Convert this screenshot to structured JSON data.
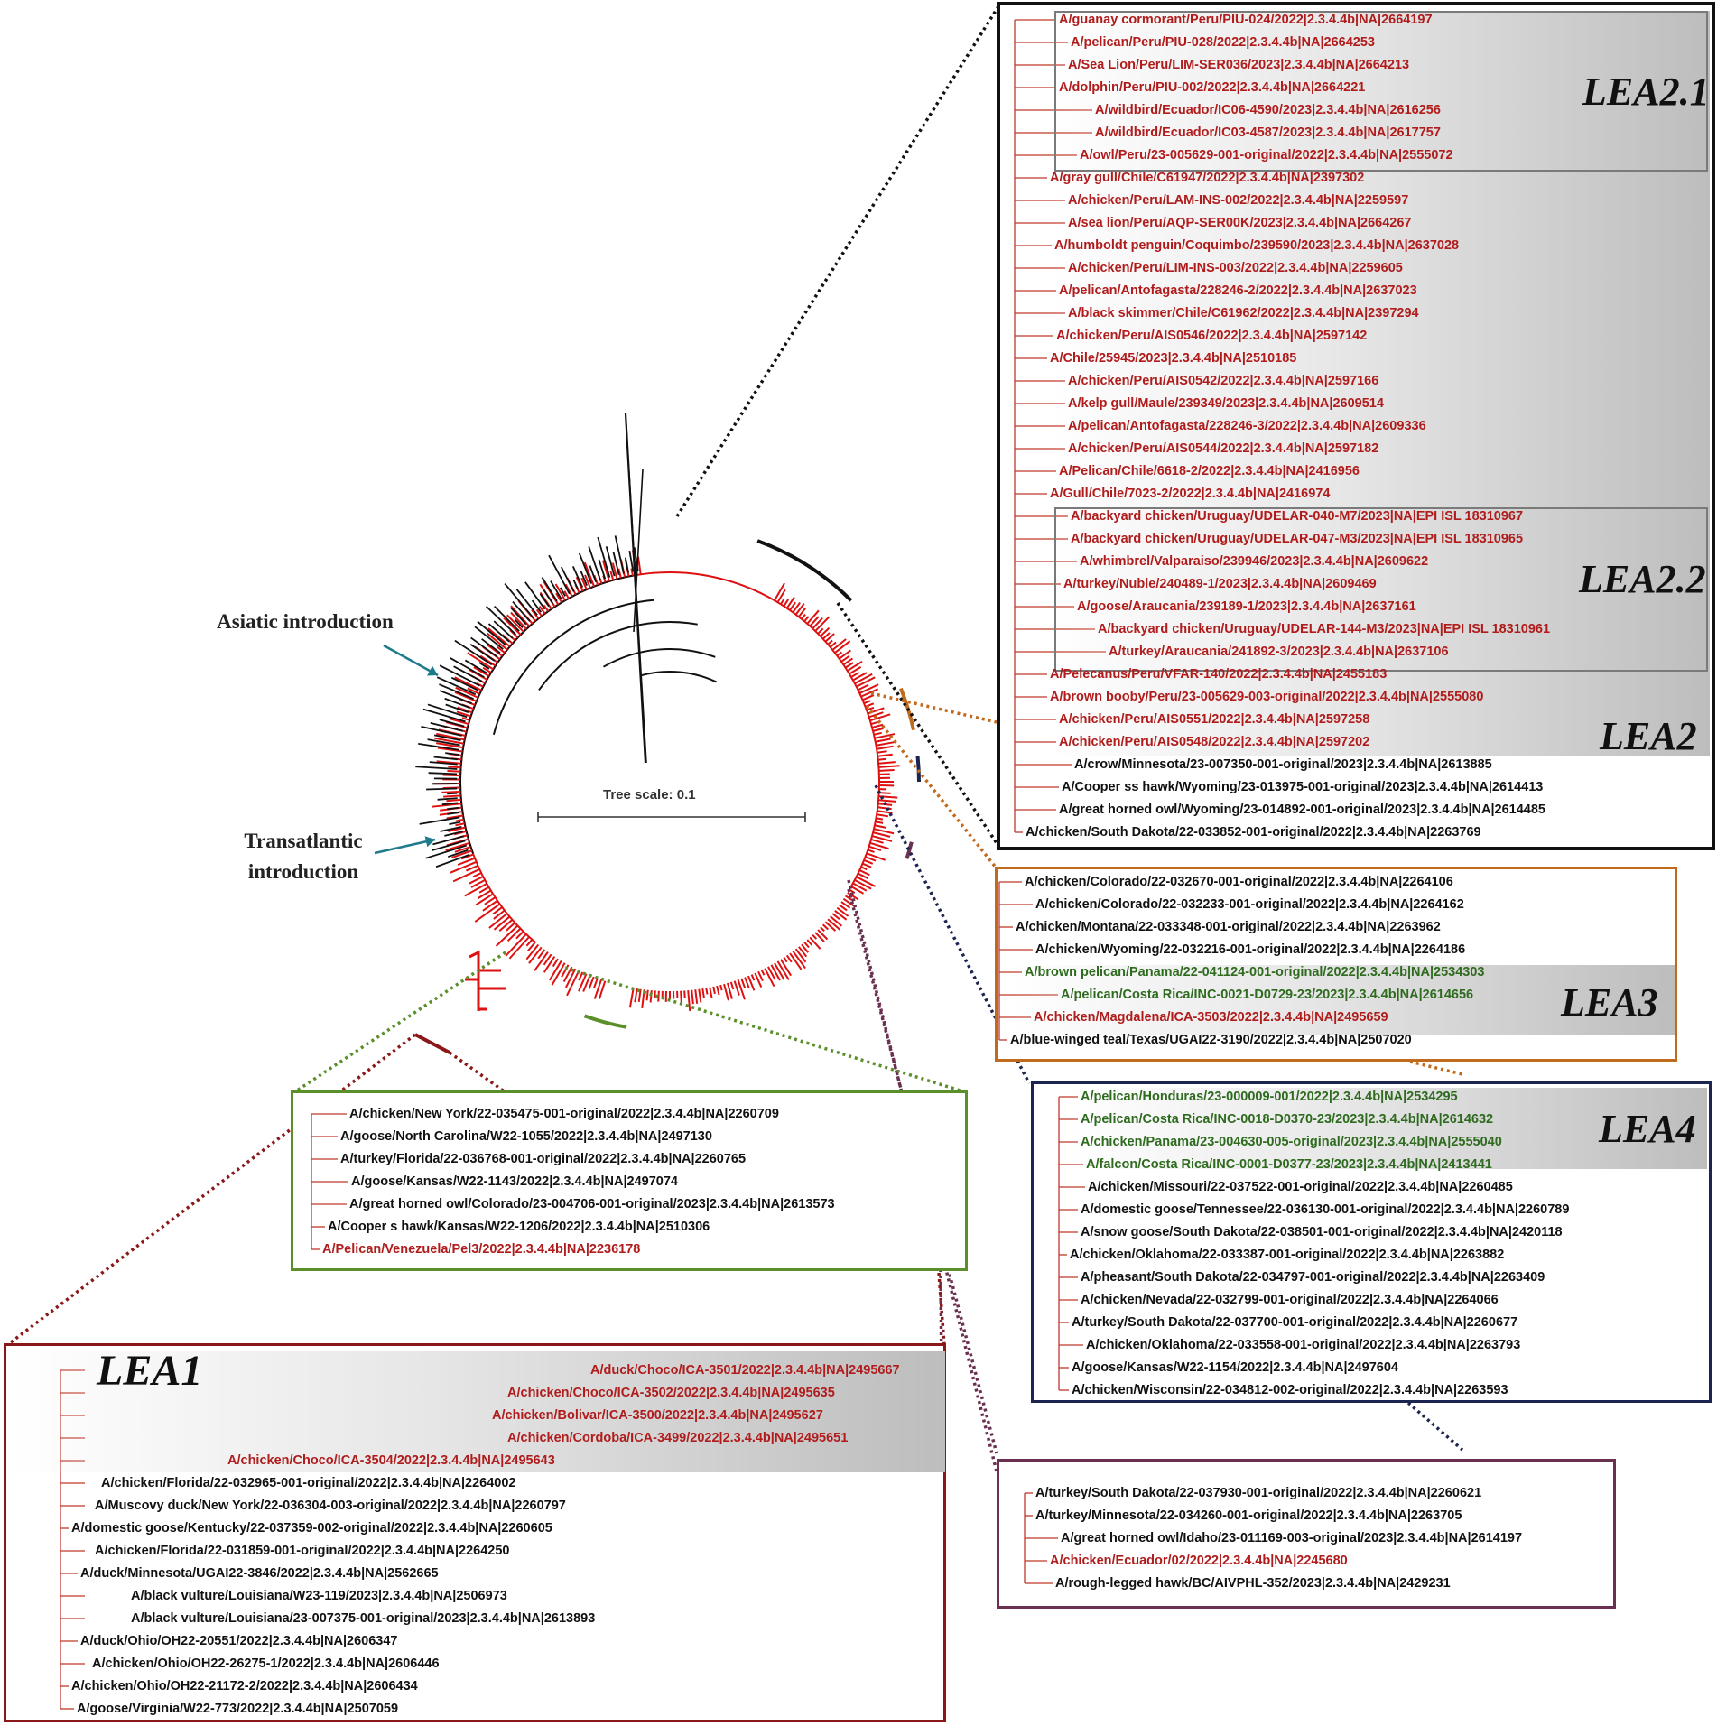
{
  "colors": {
    "red": "#b01c1c",
    "green": "#2e6b1f",
    "black": "#111111",
    "orange": "#c06a1e",
    "navy": "#1c2450",
    "maroon": "#8a1818",
    "purple": "#6a3050",
    "lime": "#5a8f2a"
  },
  "annotations": {
    "asiatic": "Asiatic introduction",
    "transatlantic": "Transatlantic introduction",
    "tree_scale": "Tree scale: 0.1"
  },
  "panels": {
    "lea2": {
      "labels": [
        "LEA2.1",
        "LEA2.2",
        "LEA2"
      ],
      "taxa": [
        {
          "text": "A/guanay cormorant/Peru/PIU-024/2022|2.3.4.4b|NA|2664197",
          "color": "red"
        },
        {
          "text": "A/pelican/Peru/PIU-028/2022|2.3.4.4b|NA|2664253",
          "color": "red"
        },
        {
          "text": "A/Sea Lion/Peru/LIM-SER036/2023|2.3.4.4b|NA|2664213",
          "color": "red"
        },
        {
          "text": "A/dolphin/Peru/PIU-002/2022|2.3.4.4b|NA|2664221",
          "color": "red"
        },
        {
          "text": "A/wildbird/Ecuador/IC06-4590/2023|2.3.4.4b|NA|2616256",
          "color": "red"
        },
        {
          "text": "A/wildbird/Ecuador/IC03-4587/2023|2.3.4.4b|NA|2617757",
          "color": "red"
        },
        {
          "text": "A/owl/Peru/23-005629-001-original/2022|2.3.4.4b|NA|2555072",
          "color": "red"
        },
        {
          "text": "A/gray gull/Chile/C61947/2022|2.3.4.4b|NA|2397302",
          "color": "red"
        },
        {
          "text": "A/chicken/Peru/LAM-INS-002/2022|2.3.4.4b|NA|2259597",
          "color": "red"
        },
        {
          "text": "A/sea lion/Peru/AQP-SER00K/2023|2.3.4.4b|NA|2664267",
          "color": "red"
        },
        {
          "text": "A/humboldt penguin/Coquimbo/239590/2023|2.3.4.4b|NA|2637028",
          "color": "red"
        },
        {
          "text": "A/chicken/Peru/LIM-INS-003/2022|2.3.4.4b|NA|2259605",
          "color": "red"
        },
        {
          "text": "A/pelican/Antofagasta/228246-2/2022|2.3.4.4b|NA|2637023",
          "color": "red"
        },
        {
          "text": "A/black skimmer/Chile/C61962/2022|2.3.4.4b|NA|2397294",
          "color": "red"
        },
        {
          "text": "A/chicken/Peru/AIS0546/2022|2.3.4.4b|NA|2597142",
          "color": "red"
        },
        {
          "text": "A/Chile/25945/2023|2.3.4.4b|NA|2510185",
          "color": "red"
        },
        {
          "text": "A/chicken/Peru/AIS0542/2022|2.3.4.4b|NA|2597166",
          "color": "red"
        },
        {
          "text": "A/kelp gull/Maule/239349/2023|2.3.4.4b|NA|2609514",
          "color": "red"
        },
        {
          "text": "A/pelican/Antofagasta/228246-3/2022|2.3.4.4b|NA|2609336",
          "color": "red"
        },
        {
          "text": "A/chicken/Peru/AIS0544/2022|2.3.4.4b|NA|2597182",
          "color": "red"
        },
        {
          "text": "A/Pelican/Chile/6618-2/2022|2.3.4.4b|NA|2416956",
          "color": "red"
        },
        {
          "text": "A/Gull/Chile/7023-2/2022|2.3.4.4b|NA|2416974",
          "color": "red"
        },
        {
          "text": "A/backyard chicken/Uruguay/UDELAR-040-M7/2023|NA|EPI ISL 18310967",
          "color": "red"
        },
        {
          "text": "A/backyard chicken/Uruguay/UDELAR-047-M3/2023|NA|EPI ISL 18310965",
          "color": "red"
        },
        {
          "text": "A/whimbrel/Valparaiso/239946/2023|2.3.4.4b|NA|2609622",
          "color": "red"
        },
        {
          "text": "A/turkey/Nuble/240489-1/2023|2.3.4.4b|NA|2609469",
          "color": "red"
        },
        {
          "text": "A/goose/Araucania/239189-1/2023|2.3.4.4b|NA|2637161",
          "color": "red"
        },
        {
          "text": "A/backyard chicken/Uruguay/UDELAR-144-M3/2023|NA|EPI ISL 18310961",
          "color": "red"
        },
        {
          "text": "A/turkey/Araucania/241892-3/2023|2.3.4.4b|NA|2637106",
          "color": "red"
        },
        {
          "text": "A/Pelecanus/Peru/VFAR-140/2022|2.3.4.4b|NA|2455183",
          "color": "red"
        },
        {
          "text": "A/brown booby/Peru/23-005629-003-original/2022|2.3.4.4b|NA|2555080",
          "color": "red"
        },
        {
          "text": "A/chicken/Peru/AIS0551/2022|2.3.4.4b|NA|2597258",
          "color": "red"
        },
        {
          "text": "A/chicken/Peru/AIS0548/2022|2.3.4.4b|NA|2597202",
          "color": "red"
        },
        {
          "text": "A/crow/Minnesota/23-007350-001-original/2023|2.3.4.4b|NA|2613885",
          "color": "black"
        },
        {
          "text": "A/Cooper ss hawk/Wyoming/23-013975-001-original/2023|2.3.4.4b|NA|2614413",
          "color": "black"
        },
        {
          "text": "A/great horned owl/Wyoming/23-014892-001-original/2023|2.3.4.4b|NA|2614485",
          "color": "black"
        },
        {
          "text": "A/chicken/South Dakota/22-033852-001-original/2022|2.3.4.4b|NA|2263769",
          "color": "black"
        }
      ]
    },
    "lea3": {
      "label": "LEA3",
      "taxa": [
        {
          "text": "A/chicken/Colorado/22-032670-001-original/2022|2.3.4.4b|NA|2264106",
          "color": "black"
        },
        {
          "text": "A/chicken/Colorado/22-032233-001-original/2022|2.3.4.4b|NA|2264162",
          "color": "black"
        },
        {
          "text": "A/chicken/Montana/22-033348-001-original/2022|2.3.4.4b|NA|2263962",
          "color": "black"
        },
        {
          "text": "A/chicken/Wyoming/22-032216-001-original/2022|2.3.4.4b|NA|2264186",
          "color": "black"
        },
        {
          "text": "A/brown pelican/Panama/22-041124-001-original/2022|2.3.4.4b|NA|2534303",
          "color": "green"
        },
        {
          "text": "A/pelican/Costa Rica/INC-0021-D0729-23/2023|2.3.4.4b|NA|2614656",
          "color": "green"
        },
        {
          "text": "A/chicken/Magdalena/ICA-3503/2022|2.3.4.4b|NA|2495659",
          "color": "red"
        },
        {
          "text": "A/blue-winged teal/Texas/UGAI22-3190/2022|2.3.4.4b|NA|2507020",
          "color": "black"
        }
      ]
    },
    "lea4": {
      "label": "LEA4",
      "taxa": [
        {
          "text": "A/pelican/Honduras/23-000009-001/2022|2.3.4.4b|NA|2534295",
          "color": "green"
        },
        {
          "text": "A/pelican/Costa Rica/INC-0018-D0370-23/2023|2.3.4.4b|NA|2614632",
          "color": "green"
        },
        {
          "text": "A/chicken/Panama/23-004630-005-original/2023|2.3.4.4b|NA|2555040",
          "color": "green"
        },
        {
          "text": "A/falcon/Costa Rica/INC-0001-D0377-23/2023|2.3.4.4b|NA|2413441",
          "color": "green"
        },
        {
          "text": "A/chicken/Missouri/22-037522-001-original/2022|2.3.4.4b|NA|2260485",
          "color": "black"
        },
        {
          "text": "A/domestic goose/Tennessee/22-036130-001-original/2022|2.3.4.4b|NA|2260789",
          "color": "black"
        },
        {
          "text": "A/snow goose/South Dakota/22-038501-001-original/2022|2.3.4.4b|NA|2420118",
          "color": "black"
        },
        {
          "text": "A/chicken/Oklahoma/22-033387-001-original/2022|2.3.4.4b|NA|2263882",
          "color": "black"
        },
        {
          "text": "A/pheasant/South Dakota/22-034797-001-original/2022|2.3.4.4b|NA|2263409",
          "color": "black"
        },
        {
          "text": "A/chicken/Nevada/22-032799-001-original/2022|2.3.4.4b|NA|2264066",
          "color": "black"
        },
        {
          "text": "A/turkey/South Dakota/22-037700-001-original/2022|2.3.4.4b|NA|2260677",
          "color": "black"
        },
        {
          "text": "A/chicken/Oklahoma/22-033558-001-original/2022|2.3.4.4b|NA|2263793",
          "color": "black"
        },
        {
          "text": "A/goose/Kansas/W22-1154/2022|2.3.4.4b|NA|2497604",
          "color": "black"
        },
        {
          "text": "A/chicken/Wisconsin/22-034812-002-original/2022|2.3.4.4b|NA|2263593",
          "color": "black"
        }
      ]
    },
    "purple": {
      "taxa": [
        {
          "text": "A/turkey/South Dakota/22-037930-001-original/2022|2.3.4.4b|NA|2260621",
          "color": "black"
        },
        {
          "text": "A/turkey/Minnesota/22-034260-001-original/2022|2.3.4.4b|NA|2263705",
          "color": "black"
        },
        {
          "text": "A/great horned owl/Idaho/23-011169-003-original/2023|2.3.4.4b|NA|2614197",
          "color": "black"
        },
        {
          "text": "A/chicken/Ecuador/02/2022|2.3.4.4b|NA|2245680",
          "color": "red"
        },
        {
          "text": "A/rough-legged hawk/BC/AIVPHL-352/2023|2.3.4.4b|NA|2429231",
          "color": "black"
        }
      ]
    },
    "green": {
      "taxa": [
        {
          "text": "A/chicken/New York/22-035475-001-original/2022|2.3.4.4b|NA|2260709",
          "color": "black"
        },
        {
          "text": "A/goose/North Carolina/W22-1055/2022|2.3.4.4b|NA|2497130",
          "color": "black"
        },
        {
          "text": "A/turkey/Florida/22-036768-001-original/2022|2.3.4.4b|NA|2260765",
          "color": "black"
        },
        {
          "text": "A/goose/Kansas/W22-1143/2022|2.3.4.4b|NA|2497074",
          "color": "black"
        },
        {
          "text": "A/great horned owl/Colorado/23-004706-001-original/2023|2.3.4.4b|NA|2613573",
          "color": "black"
        },
        {
          "text": "A/Cooper s hawk/Kansas/W22-1206/2022|2.3.4.4b|NA|2510306",
          "color": "black"
        },
        {
          "text": "A/Pelican/Venezuela/Pel3/2022|2.3.4.4b|NA|2236178",
          "color": "red"
        }
      ]
    },
    "lea1": {
      "label": "LEA1",
      "taxa": [
        {
          "text": "A/duck/Choco/ICA-3501/2022|2.3.4.4b|NA|2495667",
          "color": "red"
        },
        {
          "text": "A/chicken/Choco/ICA-3502/2022|2.3.4.4b|NA|2495635",
          "color": "red"
        },
        {
          "text": "A/chicken/Bolivar/ICA-3500/2022|2.3.4.4b|NA|2495627",
          "color": "red"
        },
        {
          "text": "A/chicken/Cordoba/ICA-3499/2022|2.3.4.4b|NA|2495651",
          "color": "red"
        },
        {
          "text": "A/chicken/Choco/ICA-3504/2022|2.3.4.4b|NA|2495643",
          "color": "red"
        },
        {
          "text": "A/chicken/Florida/22-032965-001-original/2022|2.3.4.4b|NA|2264002",
          "color": "black"
        },
        {
          "text": "A/Muscovy duck/New York/22-036304-003-original/2022|2.3.4.4b|NA|2260797",
          "color": "black"
        },
        {
          "text": "A/domestic goose/Kentucky/22-037359-002-original/2022|2.3.4.4b|NA|2260605",
          "color": "black"
        },
        {
          "text": "A/chicken/Florida/22-031859-001-original/2022|2.3.4.4b|NA|2264250",
          "color": "black"
        },
        {
          "text": "A/duck/Minnesota/UGAI22-3846/2022|2.3.4.4b|NA|2562665",
          "color": "black"
        },
        {
          "text": "A/black vulture/Louisiana/W23-119/2023|2.3.4.4b|NA|2506973",
          "color": "black"
        },
        {
          "text": "A/black vulture/Louisiana/23-007375-001-original/2023|2.3.4.4b|NA|2613893",
          "color": "black"
        },
        {
          "text": "A/duck/Ohio/OH22-20551/2022|2.3.4.4b|NA|2606347",
          "color": "black"
        },
        {
          "text": "A/chicken/Ohio/OH22-26275-1/2022|2.3.4.4b|NA|2606446",
          "color": "black"
        },
        {
          "text": "A/chicken/Ohio/OH22-21172-2/2022|2.3.4.4b|NA|2606434",
          "color": "black"
        },
        {
          "text": "A/goose/Virginia/W22-773/2022|2.3.4.4b|NA|2507059",
          "color": "black"
        }
      ]
    }
  }
}
